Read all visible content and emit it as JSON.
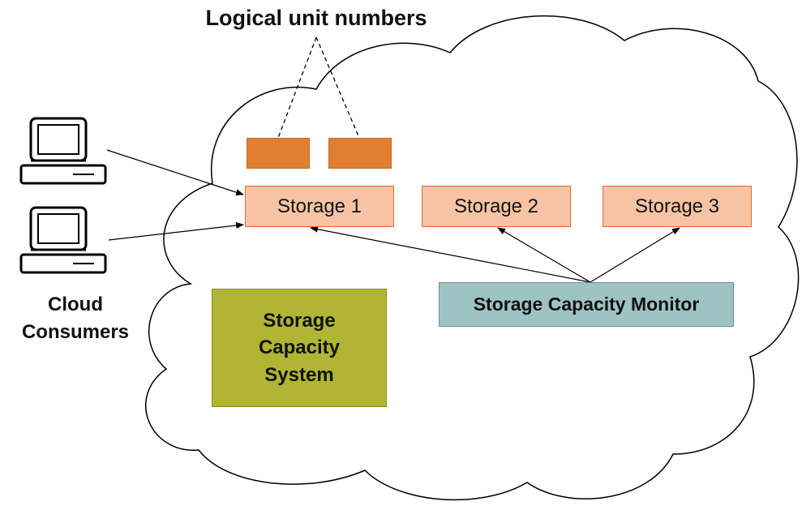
{
  "diagram": {
    "title": "Logical unit numbers",
    "storages": [
      {
        "label": "Storage 1"
      },
      {
        "label": "Storage 2"
      },
      {
        "label": "Storage 3"
      }
    ],
    "monitor": {
      "label": "Storage Capacity Monitor"
    },
    "system": {
      "line1": "Storage",
      "line2": "Capacity",
      "line3": "System"
    },
    "consumers": {
      "line1": "Cloud",
      "line2": "Consumers"
    },
    "icons": [
      "computer-icon",
      "computer-icon"
    ]
  },
  "colors": {
    "storage_fill": "#f7c3a4",
    "storage_border": "#d86f2e",
    "lun_fill": "#e07f31",
    "monitor_fill": "#9ec3c3",
    "system_fill": "#b2b534",
    "line": "#000000"
  }
}
